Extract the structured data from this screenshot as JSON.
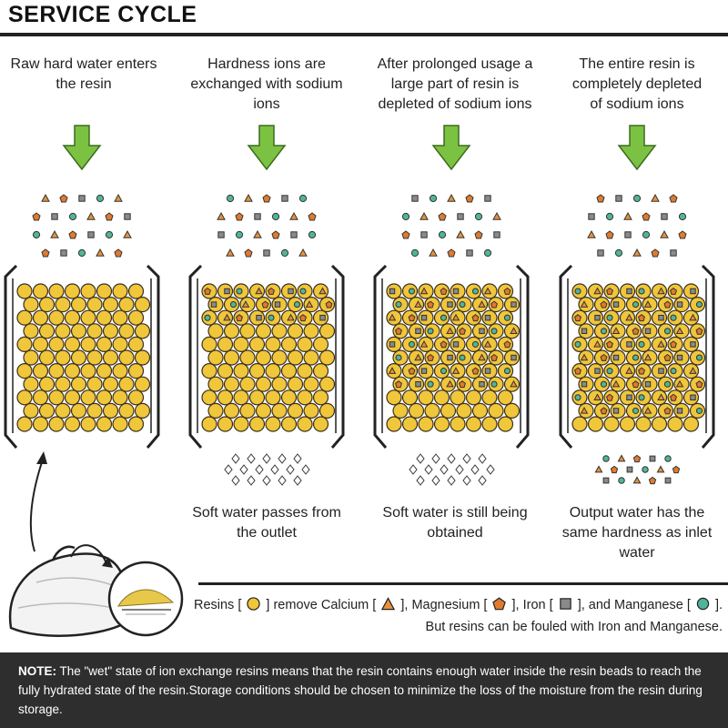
{
  "title": "SERVICE CYCLE",
  "stages": [
    {
      "top_text": "Raw hard water enters\nthe resin",
      "bottom_text": "",
      "state": "fresh"
    },
    {
      "top_text": "Hardness ions are\nexchanged with sodium\nions",
      "bottom_text": "Soft water passes from\nthe outlet",
      "state": "partial"
    },
    {
      "top_text": "After prolonged usage a\nlarge part of resin is\ndepleted of sodium ions",
      "bottom_text": "Soft water is still being\nobtained",
      "state": "mostly"
    },
    {
      "top_text": "The entire resin is\ncompletely depleted\nof sodium ions",
      "bottom_text": "Output water has the\nsame hardness as inlet\nwater",
      "state": "full"
    }
  ],
  "legend": {
    "resins": "Resins [",
    "remove_calcium": "] remove Calcium [",
    "magnesium": "], Magnesium [",
    "iron": "], Iron [",
    "manganese": "], and Manganese [",
    "end": "].",
    "line2": "But resins can be fouled with Iron and Manganese."
  },
  "note": {
    "label": "NOTE:",
    "text": " The \"wet\" state of ion exchange resins means that the resin contains enough water inside the resin beads to reach the fully hydrated state of the resin.Storage conditions should be chosen to minimize the loss of the moisture from the resin during storage."
  },
  "colors": {
    "resin": "#f0c63a",
    "resin_stroke": "#3a3020",
    "arrow": "#7cc242",
    "calcium": "#e8913a",
    "magnesium": "#e07a2e",
    "iron": "#8a8a8a",
    "manganese": "#4fb59a",
    "note_bg": "#2e2e2e"
  },
  "icons": [
    "down-arrow-icon",
    "resin-bead-icon",
    "calcium-triangle-icon",
    "magnesium-pentagon-icon",
    "iron-square-icon",
    "manganese-circle-icon",
    "water-drop-icon",
    "resin-bag-icon",
    "resin-pile-icon"
  ]
}
